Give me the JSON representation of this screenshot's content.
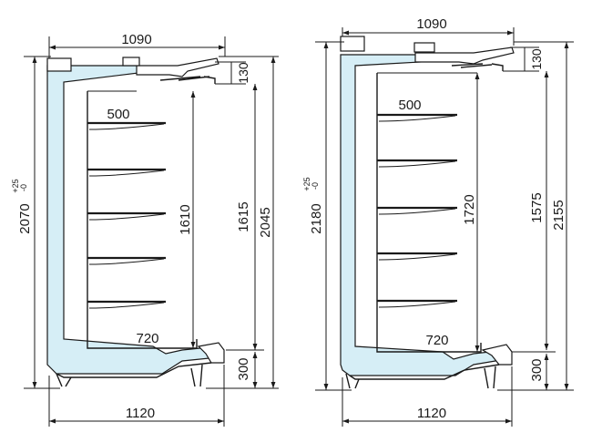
{
  "left_unit": {
    "width_top": "1090",
    "canopy_height": "130",
    "shelf_depth": "500",
    "interior_height": "1610",
    "shelf_zone_height": "1615",
    "height_above_base": "2045",
    "total_height": "2070",
    "tolerance_upper": "+25",
    "tolerance_lower": "-0",
    "base_deck_depth": "720",
    "base_height": "300",
    "width_bottom": "1120"
  },
  "right_unit": {
    "width_top": "1090",
    "canopy_height": "130",
    "shelf_depth": "500",
    "interior_height": "1720",
    "shelf_zone_height": "1575",
    "height_above_base": "2155",
    "total_height": "2180",
    "tolerance_upper": "+25",
    "tolerance_lower": "-0",
    "base_deck_depth": "720",
    "base_height": "300",
    "width_bottom": "1120"
  }
}
